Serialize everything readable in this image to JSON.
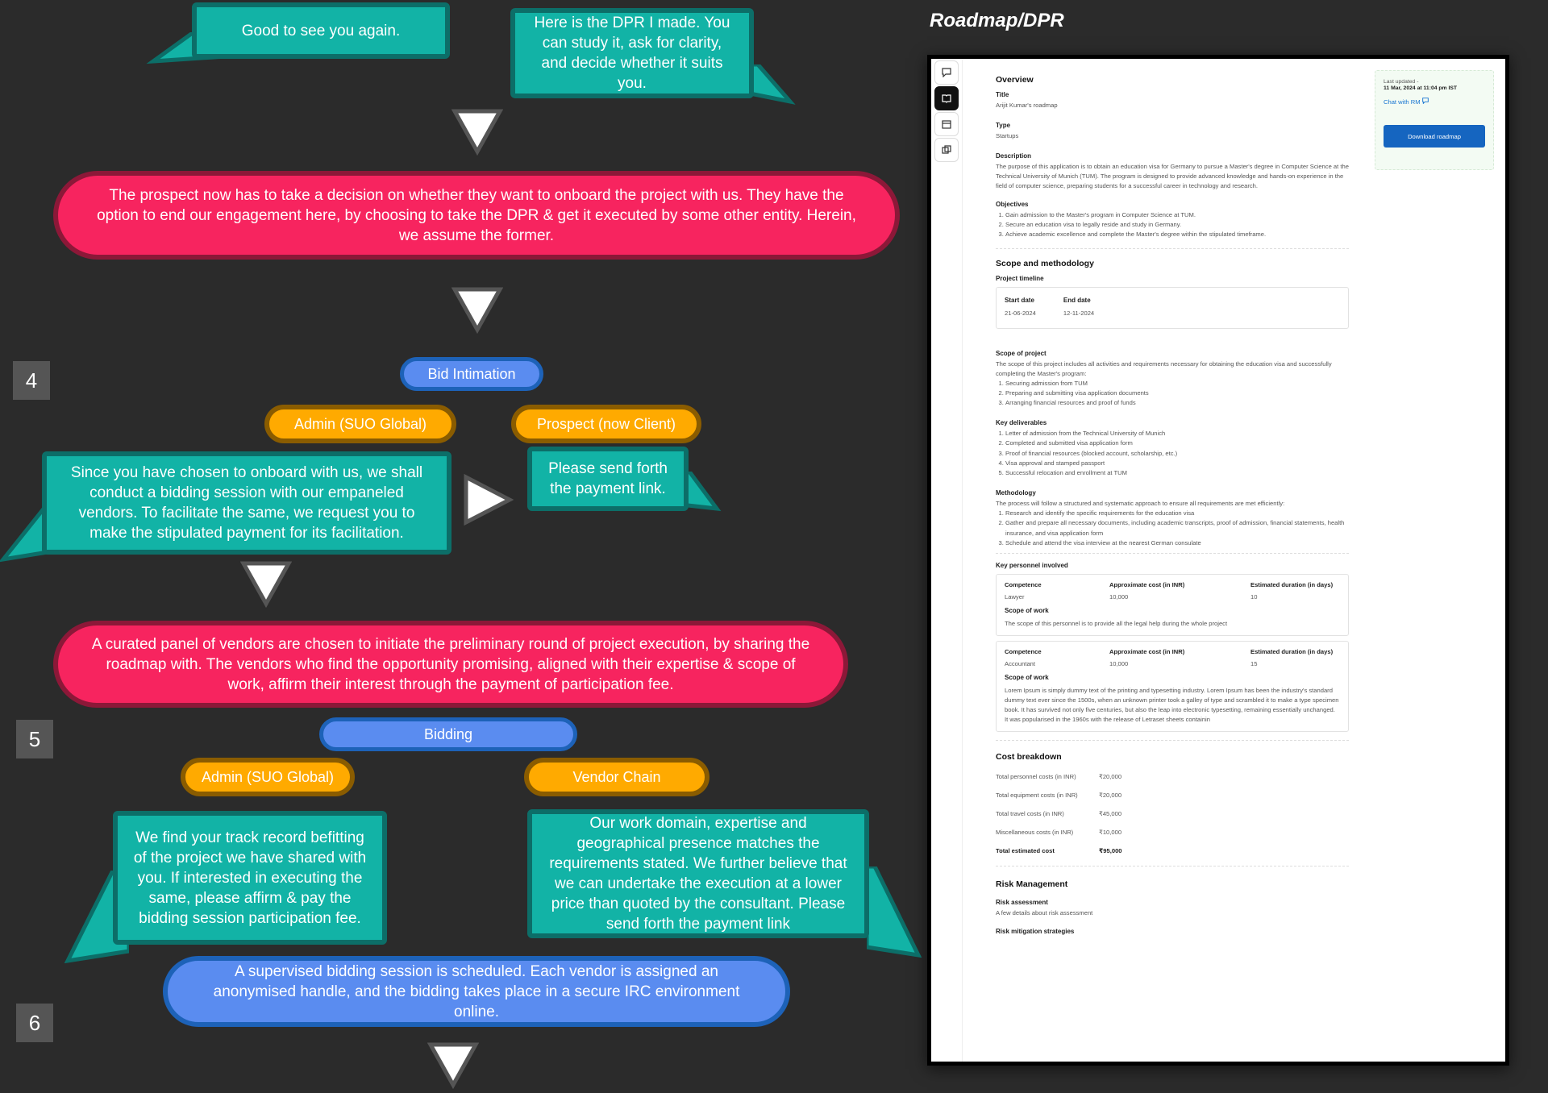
{
  "flow": {
    "bubble_good_to_see": "Good to see you again.",
    "bubble_dpr_made": "Here is the DPR I made. You can study it, ask for clarity, and decide whether it suits you.",
    "decision_text": "The prospect now has to take a decision on whether they want to onboard the project with us. They have the option to end our engagement here, by choosing to take the DPR & get it executed by some other entity. Herein, we assume the former.",
    "step4": "4",
    "bid_intimation": "Bid Intimation",
    "admin_label": "Admin (SUO Global)",
    "prospect_label": "Prospect (now Client)",
    "bubble_onboard": "Since you have chosen to onboard with us, we shall conduct a bidding session with our empaneled vendors. To facilitate the same, we request you to make the stipulated payment for its facilitation.",
    "bubble_payment_link": "Please send forth the payment link.",
    "curated_text": "A curated panel of vendors are chosen to initiate the preliminary round of project execution, by sharing the roadmap with. The vendors who find the opportunity promising, aligned with their expertise & scope of work, affirm their interest through the payment of participation fee.",
    "step5": "5",
    "bidding": "Bidding",
    "admin_label_2": "Admin (SUO Global)",
    "vendor_chain": "Vendor Chain",
    "bubble_track_record": "We find your track record befitting of the project we have shared with you. If interested in executing the same, please affirm & pay the bidding session participation fee.",
    "bubble_vendor_reply": "Our work domain, expertise and geographical presence matches the requirements stated. We further believe that we can undertake the execution at a lower price than quoted by the consultant. Please send forth the payment link",
    "supervised_text": "A supervised bidding session is scheduled. Each vendor is assigned an anonymised handle, and the bidding takes place in a secure IRC environment online.",
    "step6": "6"
  },
  "roadmap_title": "Roadmap/DPR",
  "doc": {
    "rail_icons": [
      "chat-icon",
      "book-icon",
      "calendar-icon",
      "copy-icon"
    ],
    "overview": "Overview",
    "title_label": "Title",
    "title_value": "Arijit Kumar's roadmap",
    "type_label": "Type",
    "type_value": "Startups",
    "description_label": "Description",
    "description_value": "The purpose of this application is to obtain an education visa for Germany to pursue a Master's degree in Computer Science at the Technical University of Munich (TUM). The program is designed to provide advanced knowledge and hands-on experience in the field of computer science, preparing students for a successful career in technology and research.",
    "objectives_label": "Objectives",
    "objectives": [
      "Gain admission to the Master's program in Computer Science at TUM.",
      "Secure an education visa to legally reside and study in Germany.",
      "Achieve academic excellence and complete the Master's degree within the stipulated timeframe."
    ],
    "scope_methodology": "Scope and methodology",
    "project_timeline": "Project timeline",
    "start_date_label": "Start date",
    "start_date": "21-06-2024",
    "end_date_label": "End date",
    "end_date": "12-11-2024",
    "scope_of_project": "Scope of project",
    "scope_intro": "The scope of this project includes all activities and requirements necessary for obtaining the education visa and successfully completing the Master's program:",
    "scope_items": [
      "Securing admission from TUM",
      "Preparing and submitting visa application documents",
      "Arranging financial resources and proof of funds"
    ],
    "key_deliverables": "Key deliverables",
    "deliverables": [
      "Letter of admission from the Technical University of Munich",
      "Completed and submitted visa application form",
      "Proof of financial resources (blocked account, scholarship, etc.)",
      "Visa approval and stamped passport",
      "Successful relocation and enrollment at TUM"
    ],
    "methodology": "Methodology",
    "methodology_intro": "The process will follow a structured and systematic approach to ensure all requirements are met efficiently:",
    "methodology_items": [
      "Research and identify the specific requirements for the education visa",
      "Gather and prepare all necessary documents, including academic transcripts, proof of admission, financial statements, health insurance, and visa application form",
      "Schedule and attend the visa interview at the nearest German consulate"
    ],
    "key_personnel": "Key personnel involved",
    "col_competence": "Competence",
    "col_cost": "Approximate cost (in INR)",
    "col_duration": "Estimated duration (in days)",
    "scope_of_work": "Scope of work",
    "personnel": [
      {
        "competence": "Lawyer",
        "cost": "10,000",
        "duration": "10",
        "scope": "The scope of this personnel is to provide all the legal help during the whole project"
      },
      {
        "competence": "Accountant",
        "cost": "10,000",
        "duration": "15",
        "scope": "Lorem Ipsum is simply dummy text of the printing and typesetting industry. Lorem Ipsum has been the industry's standard dummy text ever since the 1500s, when an unknown printer took a galley of type and scrambled it to make a type specimen book. It has survived not only five centuries, but also the leap into electronic typesetting, remaining essentially unchanged. It was popularised in the 1960s with the release of Letraset sheets containin"
      }
    ],
    "cost_breakdown": "Cost breakdown",
    "costs": [
      {
        "label": "Total personnel costs (in INR)",
        "value": "₹20,000"
      },
      {
        "label": "Total equipment costs (in INR)",
        "value": "₹20,000"
      },
      {
        "label": "Total travel costs (in INR)",
        "value": "₹45,000"
      },
      {
        "label": "Miscellaneous costs (in INR)",
        "value": "₹10,000"
      }
    ],
    "total_label": "Total estimated cost",
    "total_value": "₹95,000",
    "risk_management": "Risk Management",
    "risk_assessment": "Risk assessment",
    "risk_assessment_value": "A few details about risk assessment",
    "risk_mitigation": "Risk mitigation strategies",
    "last_updated_label": "Last updated -",
    "last_updated_value": "11 Mar, 2024 at 11:04 pm IST",
    "chat_with_rm": "Chat with RM",
    "download_roadmap": "Download roadmap"
  },
  "colors": {
    "background": "#2b2b2b",
    "teal": "#12b3a6",
    "pink": "#f7245f",
    "blue": "#5a8cf0",
    "orange": "#ffaa00",
    "button_blue": "#1565c0"
  }
}
